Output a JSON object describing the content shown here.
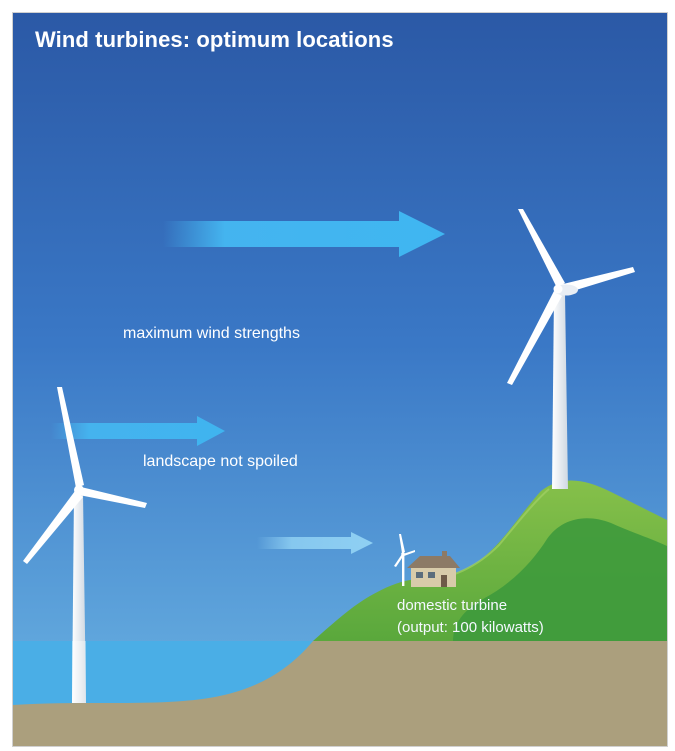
{
  "title": "Wind turbines: optimum locations",
  "labels": {
    "maximum_wind": "maximum wind strengths",
    "landscape": "landscape not spoiled",
    "domestic_line1": "domestic turbine",
    "domestic_line2": "(output: 100 kilowatts)"
  },
  "colors": {
    "sky_top": "#2a5aa8",
    "sky_bottom": "#6bb2e2",
    "sea": "#4eb0e6",
    "hill_light": "#7bb945",
    "hill_dark": "#3f9a3c",
    "ground": "#ab9f7d",
    "arrow": "#3fb3ef",
    "turbine": "#ffffff"
  }
}
